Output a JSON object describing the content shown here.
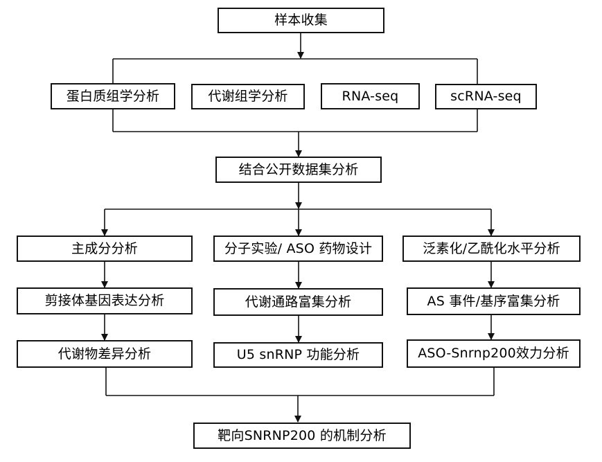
{
  "nodes": {
    "sample": "样本收集",
    "proteomics": "蛋白质组学分析",
    "metabolomics": "代谢组学分析",
    "rnaseq": "RNA-seq",
    "scrnaseq": "scRNA-seq",
    "integrate": "结合公开数据集分析",
    "left": {
      "step1": "主成分分析",
      "step2": "剪接体基因表达分析",
      "step3": "代谢物差异分析"
    },
    "middle": {
      "step1": "分子实验/ ASO 药物设计",
      "step2": "代谢通路富集分析",
      "step3": "U5 snRNP 功能分析"
    },
    "right": {
      "step1": "泛素化/乙酰化水平分析",
      "step2": "AS 事件/基序富集分析",
      "step3": "ASO-Snrnp200效力分析"
    },
    "final": "靶向SNRNP200 的机制分析"
  }
}
